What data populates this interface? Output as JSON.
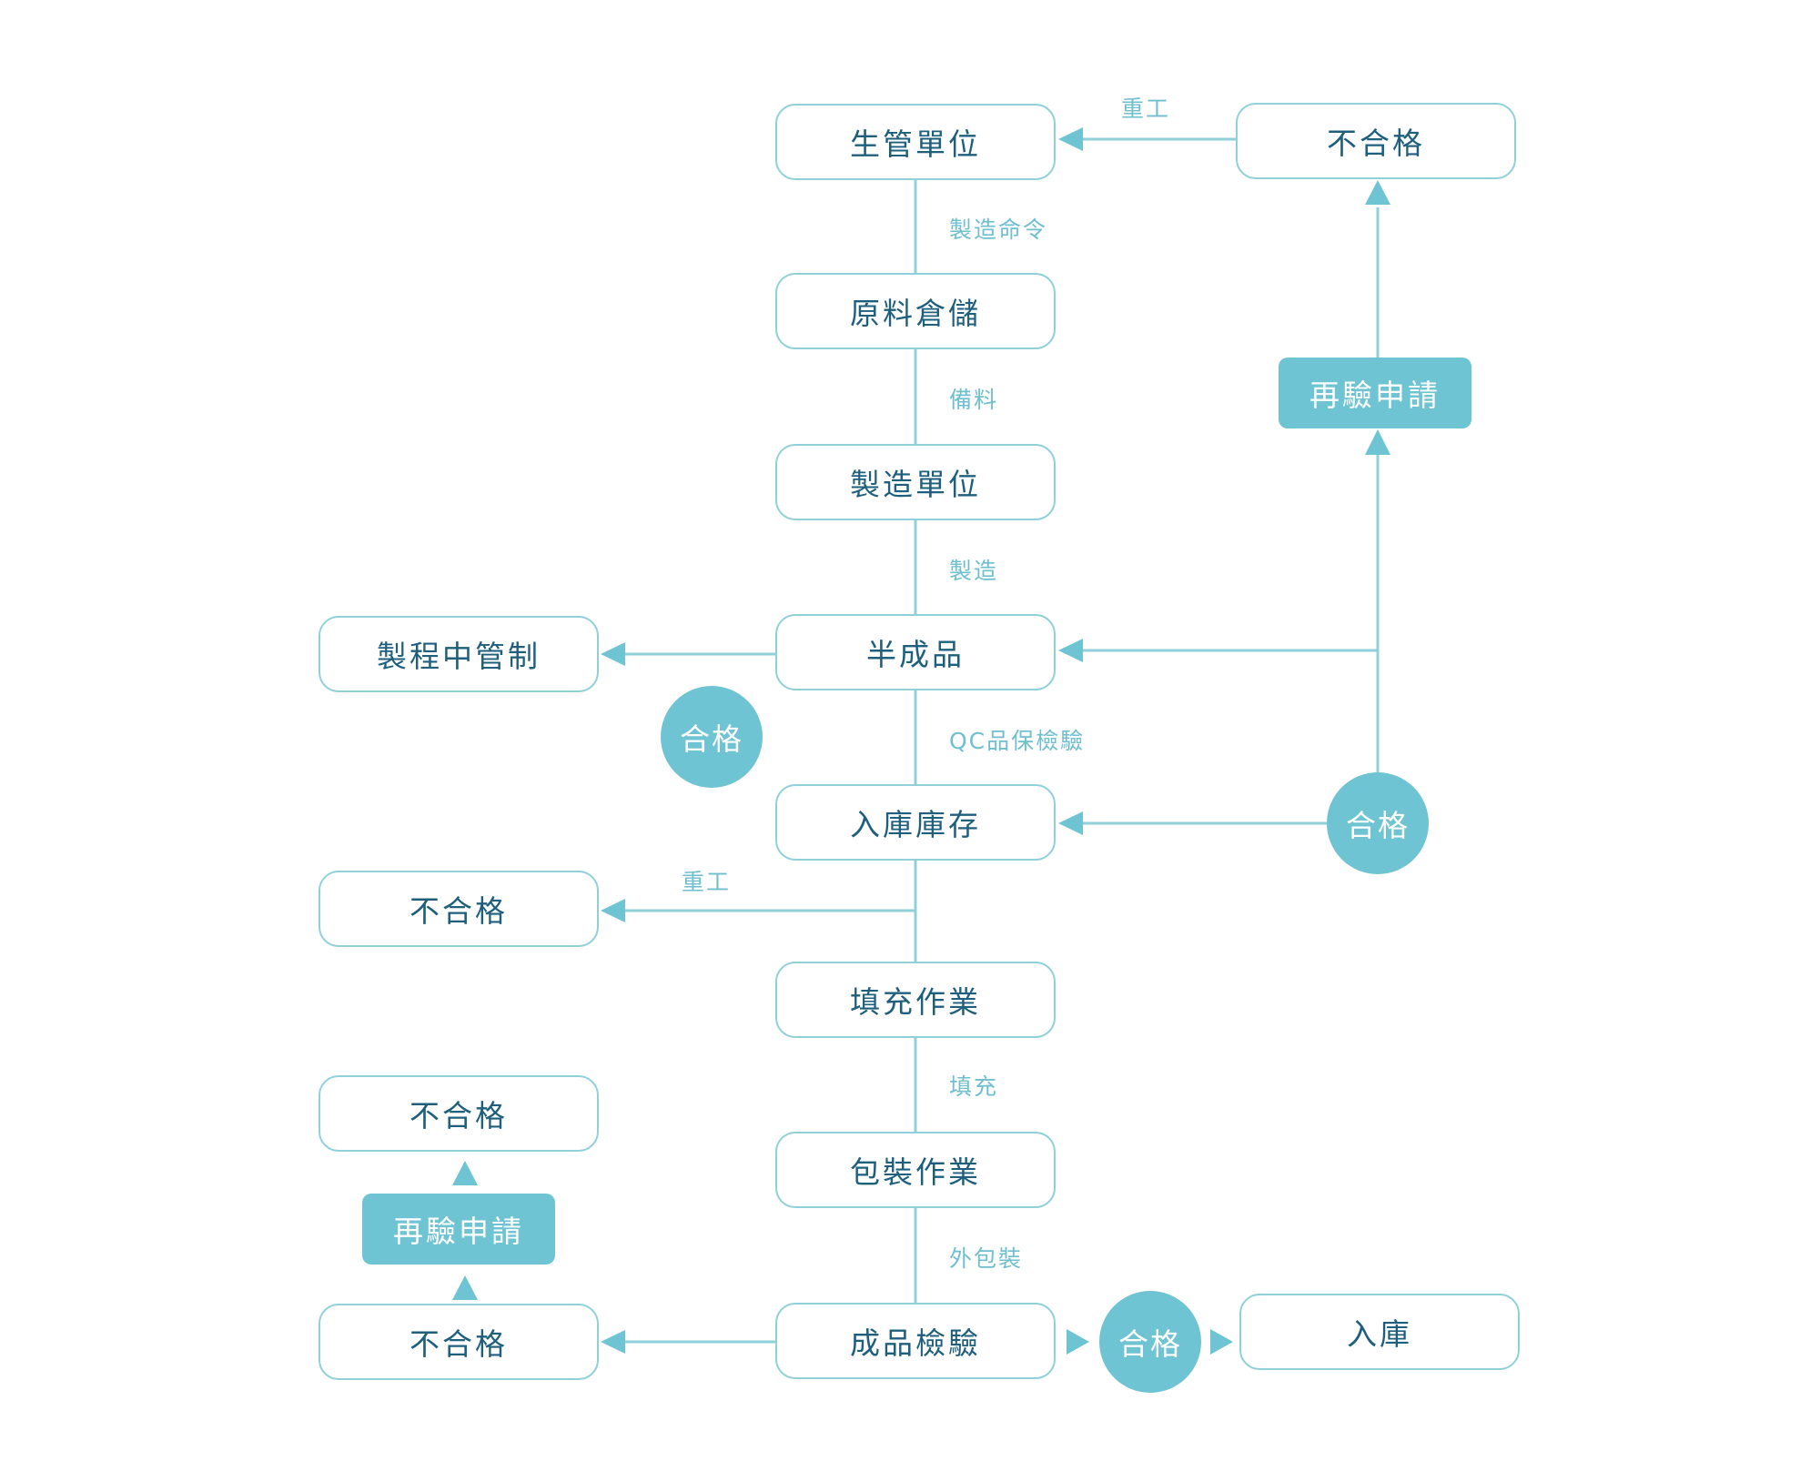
{
  "colors": {
    "line": "#8fd0d9",
    "accent": "#6ec4d2",
    "box_text": "#1e5f7e",
    "label_text": "#6fbfcf"
  },
  "nodes": {
    "production_mgmt": "生管單位",
    "raw_material": "原料倉儲",
    "manufacturing_unit": "製造單位",
    "semi_finished": "半成品",
    "in_process_control": "製程中管制",
    "warehousing_stock": "入庫庫存",
    "filling_operation": "填充作業",
    "packaging_operation": "包裝作業",
    "finished_inspection": "成品檢驗",
    "warehousing": "入庫",
    "fail_top_right": "不合格",
    "fail_mid_left": "不合格",
    "fail_lower_left_top": "不合格",
    "fail_lower_left_bottom": "不合格"
  },
  "pills": {
    "reinspect_right": "再驗申請",
    "reinspect_left": "再驗申請"
  },
  "circles": {
    "pass_left": "合格",
    "pass_right": "合格",
    "pass_bottom": "合格"
  },
  "labels": {
    "rework_top": "重工",
    "manufacturing_order": "製造命令",
    "material_prep": "備料",
    "manufacture": "製造",
    "qc_inspection": "QC品保檢驗",
    "rework_mid": "重工",
    "filling": "填充",
    "outer_packaging": "外包裝"
  }
}
